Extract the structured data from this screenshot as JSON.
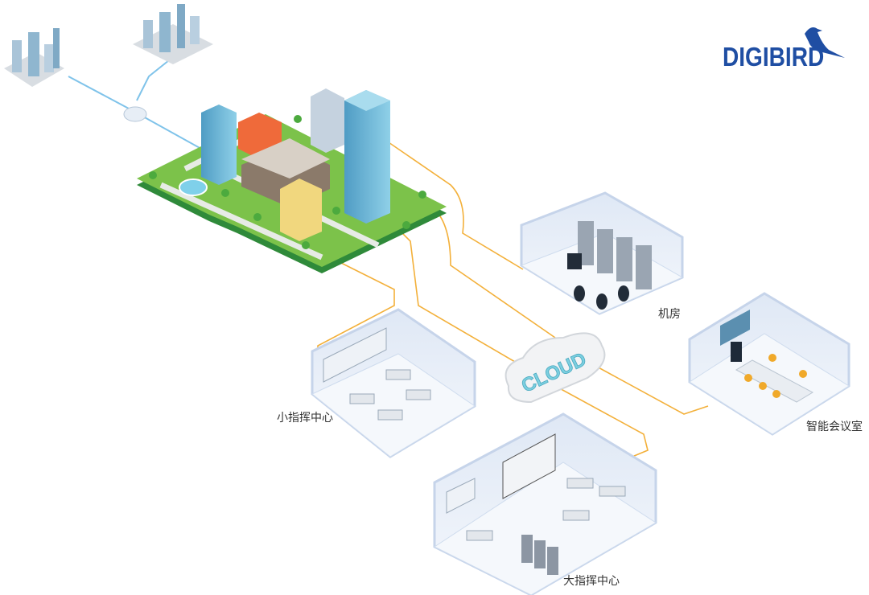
{
  "logo": {
    "text": "DIGIBIRD"
  },
  "cloud": {
    "text": "CLOUD"
  },
  "rooms": {
    "server_room": "机房",
    "meeting_room": "智能会议室",
    "small_command": "小指挥中心",
    "large_command": "大指挥中心"
  },
  "colors": {
    "link": "#f3b03a",
    "brand": "#1f4ea3",
    "grass": "#7cc24a",
    "glass": "#6fb7d6",
    "cloud_text": "#7ccfe0"
  }
}
